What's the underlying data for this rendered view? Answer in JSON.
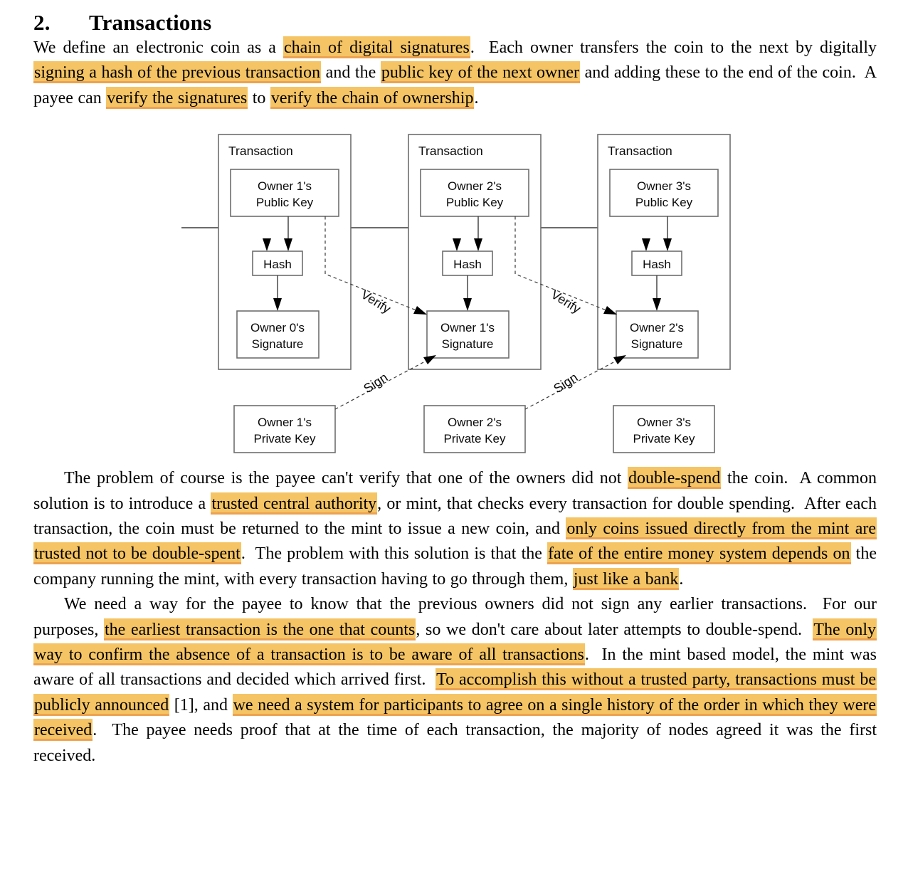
{
  "document": {
    "section_number": "2.",
    "section_title": "Transactions",
    "paragraphs": [
      {
        "indent": false,
        "segments": [
          {
            "t": "We define an electronic coin as a ",
            "h": false
          },
          {
            "t": "chain of digital signatures",
            "h": true
          },
          {
            "t": ".  Each owner transfers the coin to the next by digitally ",
            "h": false
          },
          {
            "t": "signing a hash of the previous transaction",
            "h": true
          },
          {
            "t": " and the ",
            "h": false
          },
          {
            "t": "public key of the next owner",
            "h": true
          },
          {
            "t": " and adding these to the end of the coin.  A payee can ",
            "h": false
          },
          {
            "t": "verify the signatures",
            "h": true
          },
          {
            "t": " to ",
            "h": false
          },
          {
            "t": "verify the chain of ownership",
            "h": true
          },
          {
            "t": ".",
            "h": false
          }
        ]
      },
      {
        "indent": true,
        "segments": [
          {
            "t": "The problem of course is the payee can't verify that one of the owners did not ",
            "h": false
          },
          {
            "t": "double-spend",
            "h": true
          },
          {
            "t": " the coin.  A common solution is to introduce a ",
            "h": false
          },
          {
            "t": "trusted central authority",
            "h": true
          },
          {
            "t": ", or mint, that checks every transaction for double spending.  After each transaction, the coin must be returned to the mint to issue a new coin, and ",
            "h": false
          },
          {
            "t": "only coins issued directly from the mint are trusted not to be double-spent",
            "h": true
          },
          {
            "t": ".  The problem with this solution is that the ",
            "h": false
          },
          {
            "t": "fate of the entire money system depends on",
            "h": true
          },
          {
            "t": " the company running the mint, with every transaction having to go through them, ",
            "h": false
          },
          {
            "t": "just like a bank",
            "h": true
          },
          {
            "t": ".",
            "h": false
          }
        ]
      },
      {
        "indent": true,
        "segments": [
          {
            "t": "We need a way for the payee to know that the previous owners did not sign any earlier transactions.  For our purposes, ",
            "h": false
          },
          {
            "t": "the earliest transaction is the one that counts",
            "h": true
          },
          {
            "t": ", so we don't care about later attempts to double-spend.  ",
            "h": false
          },
          {
            "t": "The only way to confirm the absence of a transaction is to be aware of all transactions",
            "h": true
          },
          {
            "t": ".  In the mint based model, the mint was aware of all transactions and decided which arrived first.  ",
            "h": false
          },
          {
            "t": "To accomplish this without a trusted party, transactions must be publicly announced",
            "h": true
          },
          {
            "t": " [1], and ",
            "h": false
          },
          {
            "t": "we need a system for participants to agree on a single history of the order in which they were received",
            "h": true
          },
          {
            "t": ".  The payee needs proof that at the time of each transaction, the majority of nodes agreed it was the first received.",
            "h": false
          }
        ]
      }
    ]
  },
  "highlight_color": "#f5c464",
  "highlight_edge_color": "#eda24f",
  "diagram": {
    "transactions": [
      {
        "title": "Transaction",
        "public_key": [
          "Owner 1's",
          "Public Key"
        ],
        "hash": "Hash",
        "signature": [
          "Owner 0's",
          "Signature"
        ],
        "private_key": [
          "Owner 1's",
          "Private Key"
        ]
      },
      {
        "title": "Transaction",
        "public_key": [
          "Owner 2's",
          "Public Key"
        ],
        "hash": "Hash",
        "signature": [
          "Owner 1's",
          "Signature"
        ],
        "private_key": [
          "Owner 2's",
          "Private Key"
        ]
      },
      {
        "title": "Transaction",
        "public_key": [
          "Owner 3's",
          "Public Key"
        ],
        "hash": "Hash",
        "signature": [
          "Owner 2's",
          "Signature"
        ],
        "private_key": [
          "Owner 3's",
          "Private Key"
        ]
      }
    ],
    "labels": {
      "verify": "Verify",
      "sign": "Sign"
    }
  }
}
